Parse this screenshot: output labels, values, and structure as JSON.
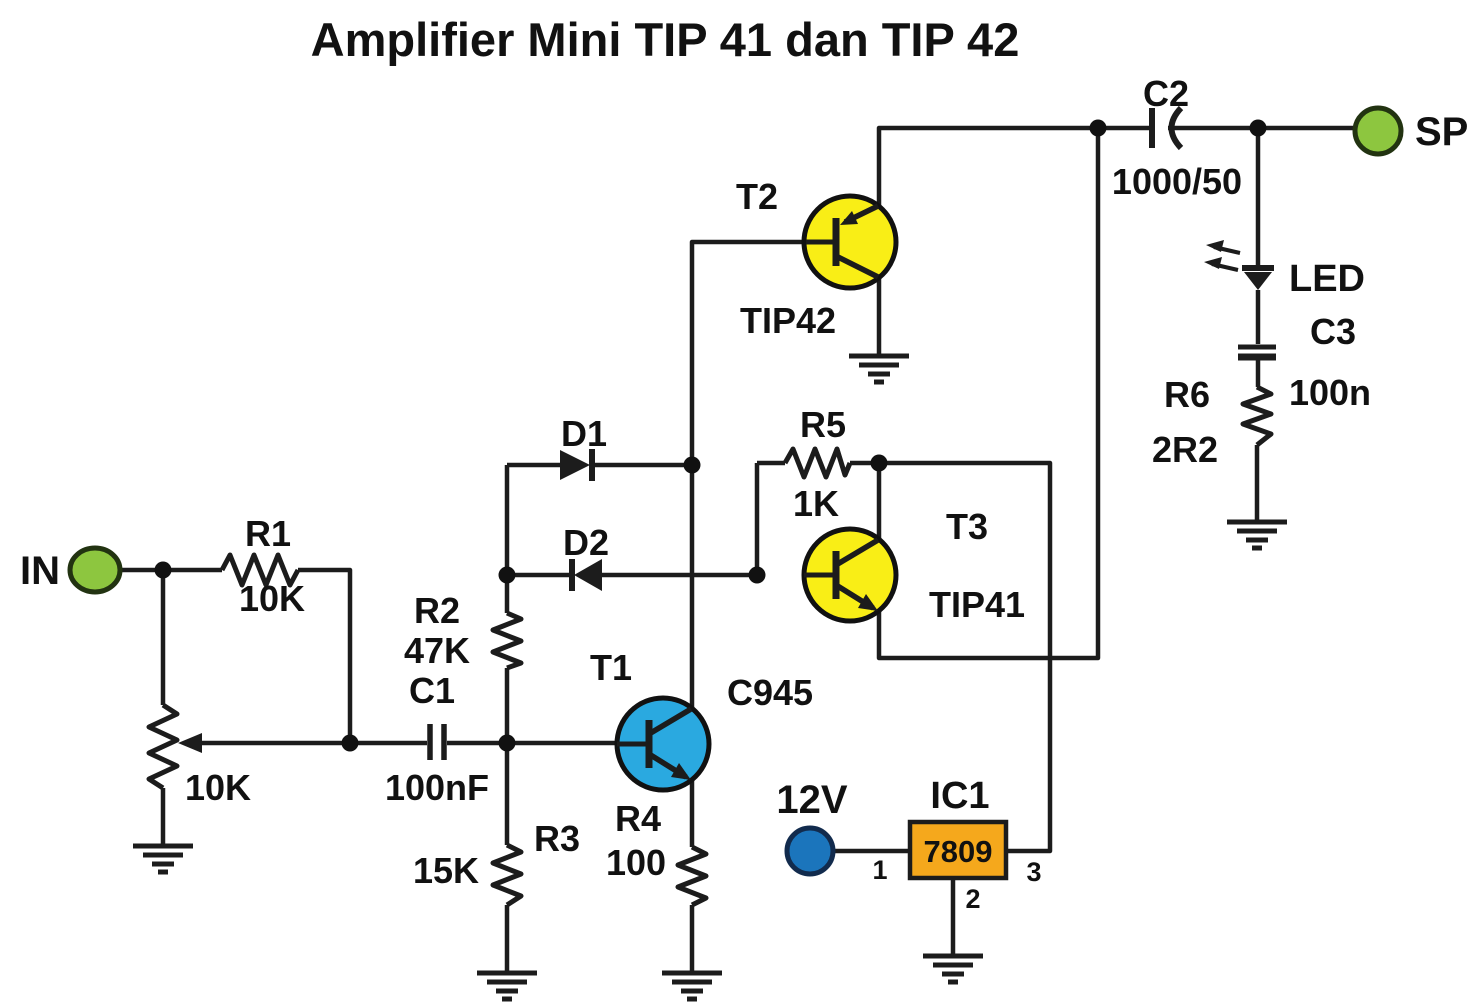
{
  "title": "Amplifier Mini TIP 41 dan TIP 42",
  "terminals": {
    "input": {
      "label": "IN"
    },
    "output": {
      "label": "SP"
    },
    "supply": {
      "label": "12V"
    }
  },
  "resistors": {
    "r1": {
      "ref": "R1",
      "value": "10K"
    },
    "pot": {
      "value": "10K"
    },
    "r2": {
      "ref": "R2",
      "value": "47K"
    },
    "r3": {
      "ref": "R3",
      "value": "15K"
    },
    "r4": {
      "ref": "R4",
      "value": "100"
    },
    "r5": {
      "ref": "R5",
      "value": "1K"
    },
    "r6": {
      "ref": "R6",
      "value": "2R2"
    }
  },
  "capacitors": {
    "c1": {
      "ref": "C1",
      "value": "100nF"
    },
    "c2": {
      "ref": "C2",
      "value": "1000/50"
    },
    "c3": {
      "ref": "C3",
      "value": "100n"
    }
  },
  "diodes": {
    "d1": {
      "ref": "D1"
    },
    "d2": {
      "ref": "D2"
    },
    "led": {
      "ref": "LED"
    }
  },
  "transistors": {
    "t1": {
      "ref": "T1",
      "part": "C945"
    },
    "t2": {
      "ref": "T2",
      "part": "TIP42"
    },
    "t3": {
      "ref": "T3",
      "part": "TIP41"
    }
  },
  "ic": {
    "ref": "IC1",
    "part": "7809",
    "pins": {
      "p1": "1",
      "p2": "2",
      "p3": "3"
    }
  },
  "colors": {
    "wire": "#1c1c1c",
    "terminal_green": "#8dc63f",
    "terminal_green_stroke": "#223311",
    "terminal_blue": "#1b75bc",
    "terminal_blue_stroke": "#122b4d",
    "transistor_yellow": "#f9ee16",
    "transistor_blue": "#2aa9e0",
    "transistor_stroke": "#111111",
    "ic_fill": "#f5a81c",
    "ic_text": "#4d3300"
  }
}
